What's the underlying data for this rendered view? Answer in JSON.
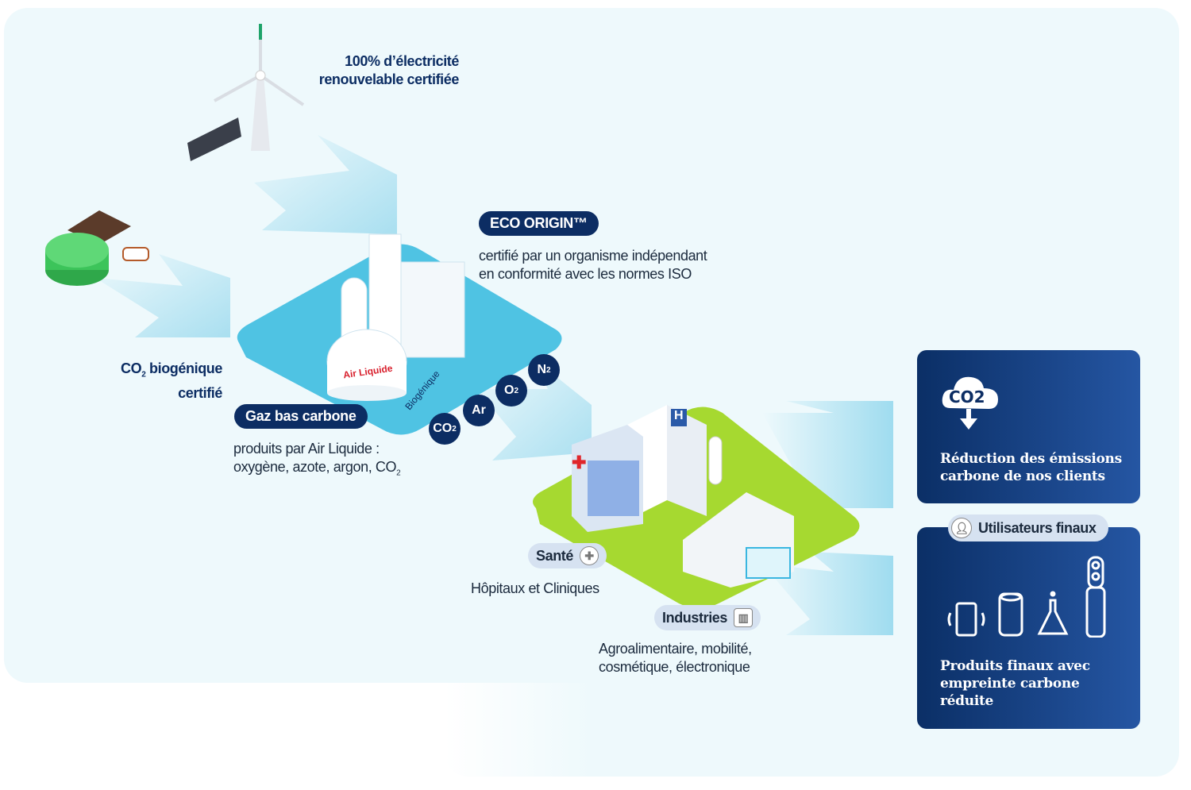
{
  "wind": {
    "line1": "100% d’électricité",
    "line2": "renouvelable certifiée"
  },
  "biogenic": {
    "line1": "biogénique",
    "line2": "certifié",
    "co": "CO",
    "sub": "2"
  },
  "eco_origin": {
    "label": "ECO ORIGIN™",
    "desc1": "certifié par un organisme indépendant",
    "desc2": "en conformité avec les normes ISO"
  },
  "low_carbon": {
    "label": "Gaz bas carbone",
    "desc1": "produits par Air Liquide :",
    "desc2": "oxygène, azote, argon, CO",
    "sub": "2"
  },
  "plant_logo": "Air Liquide",
  "gases": [
    {
      "label": "CO",
      "sub": "2",
      "note": "Biogénique"
    },
    {
      "label": "Ar",
      "sub": ""
    },
    {
      "label": "O",
      "sub": "2"
    },
    {
      "label": "N",
      "sub": "2"
    }
  ],
  "health": {
    "label": "Santé",
    "desc": "Hôpitaux et Cliniques"
  },
  "industries": {
    "label": "Industries",
    "desc1": "Agroalimentaire, mobilité,",
    "desc2": "cosmétique, électronique"
  },
  "card1": {
    "icon_text": "CO2",
    "line1": "Réduction des émissions",
    "line2": "carbone de nos clients"
  },
  "end_users": {
    "label": "Utilisateurs finaux"
  },
  "card2": {
    "line1": "Produits finaux avec",
    "line2": "empreinte carbone",
    "line3": "réduite",
    "icons": [
      "smartphone-icon",
      "can-icon",
      "flask-icon",
      "oxygen-cylinder-icon"
    ]
  },
  "colors": {
    "navy": "#0c2d63",
    "blue_platform": "#4fc3e3",
    "green_platform": "#a6d930",
    "background": "#eef9fc"
  }
}
